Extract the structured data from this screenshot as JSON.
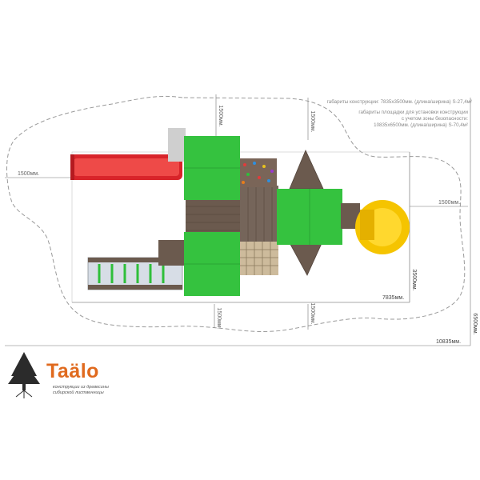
{
  "notes": {
    "construction_size": "габариты конструкции: 7835х3500мм. (длина/ширина) S-27,4м²",
    "safety_zone_line1": "габариты площадки для установки конструкции",
    "safety_zone_line2": "с учетом зоны безопасности:",
    "safety_zone_line3": "10835х6500мм. (длина/ширина) S-70,4м²"
  },
  "dimensions": {
    "top_left": "1500мм.",
    "top_right": "1500мм.",
    "left": "1500мм.",
    "right": "1500мм.",
    "bottom_left": "1500мм.",
    "bottom_right": "1500мм.",
    "length": "7835мм.",
    "width": "3500мм.",
    "total_length": "10835мм.",
    "total_width": "6500мм."
  },
  "brand": {
    "name": "Taälo",
    "tagline_line1": "конструкции из древесины",
    "tagline_line2": "сибирской лиственницы"
  },
  "colors": {
    "roof_green": "#35c23f",
    "slide_red": "#d8242a",
    "tube_yellow": "#f5c400",
    "wood_brown": "#6b5a4e",
    "dash_gray": "#9a9a9a"
  }
}
